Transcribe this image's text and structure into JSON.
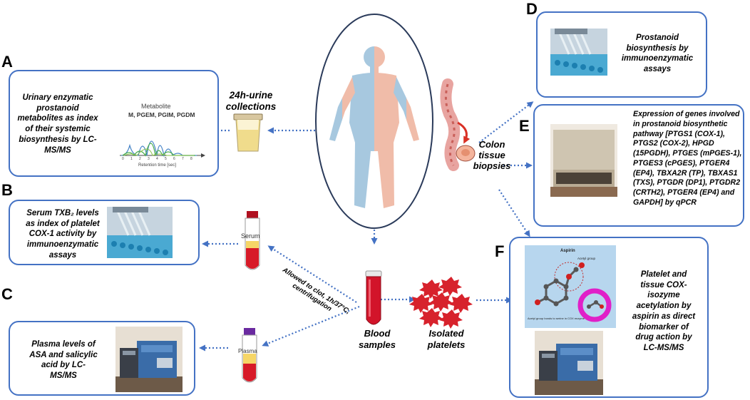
{
  "panels": {
    "A": {
      "letter": "A",
      "text_lines": [
        "Urinary enzymatic",
        "prostanoid",
        "metabolites as index",
        "of their systemic",
        "biosynthesis by LC-",
        "MS/MS"
      ],
      "chart": {
        "title": "Metabolite",
        "subtitle": "M, PGEM, PGIM, PGDM",
        "xlabel": "Retention time [sec]",
        "ticks": [
          "0",
          "1",
          "2",
          "3",
          "4",
          "5",
          "6",
          "7",
          "8"
        ]
      }
    },
    "B": {
      "letter": "B",
      "text_lines": [
        "Serum TXB₂ levels",
        "as index of platelet",
        "COX-1 activity by",
        "immunoenzymatic",
        "assays"
      ]
    },
    "C": {
      "letter": "C",
      "text_lines": [
        "Plasma levels of",
        "ASA and salicylic",
        "acid by LC-",
        "MS/MS"
      ]
    },
    "D": {
      "letter": "D",
      "text_lines": [
        "Prostanoid",
        "biosynthesis by",
        "immunoenzymatic",
        "assays"
      ]
    },
    "E": {
      "letter": "E",
      "text_lines": [
        "Expression of genes involved",
        "in prostanoid biosynthetic",
        "pathway [PTGS1 (COX-1),",
        "PTGS2 (COX-2), HPGD",
        "(15PGDH), PTGES (mPGES-1),",
        "PTGES3 (cPGES), PTGER4",
        "(EP4), TBXA2R (TP), TBXAS1",
        "(TXS), PTGDR (DP1), PTGDR2",
        "(CRTH2), PTGER4 (EP4) and",
        "GAPDH] by qPCR"
      ]
    },
    "F": {
      "letter": "F",
      "text_lines": [
        "Platelet and",
        "tissue COX-",
        "isozyme",
        "acetylation by",
        "aspirin as direct",
        "biomarker of",
        "drug action by",
        "LC-MS/MS"
      ],
      "molecule": {
        "title": "Aspirin",
        "acetyl_label": "Acetyl group",
        "caption": "Acetyl group bonds to serine in COX enzyme"
      }
    }
  },
  "labels": {
    "urine": [
      "24h-urine",
      "collections"
    ],
    "colon": [
      "Colon",
      "tissue",
      "biopsies"
    ],
    "blood": [
      "Blood",
      "samples"
    ],
    "platelets": [
      "Isolated",
      "platelets"
    ],
    "clot": [
      "Allowed to clot, 1h/37°C,",
      "centrifugation"
    ],
    "serum_tube": "Serum",
    "plasma_tube": "Plasma"
  },
  "colors": {
    "box_border": "#4472c4",
    "arrow": "#4472c4",
    "body_left": "#9dc3dd",
    "body_right": "#f2b8a6",
    "blood": "#c8102e"
  }
}
